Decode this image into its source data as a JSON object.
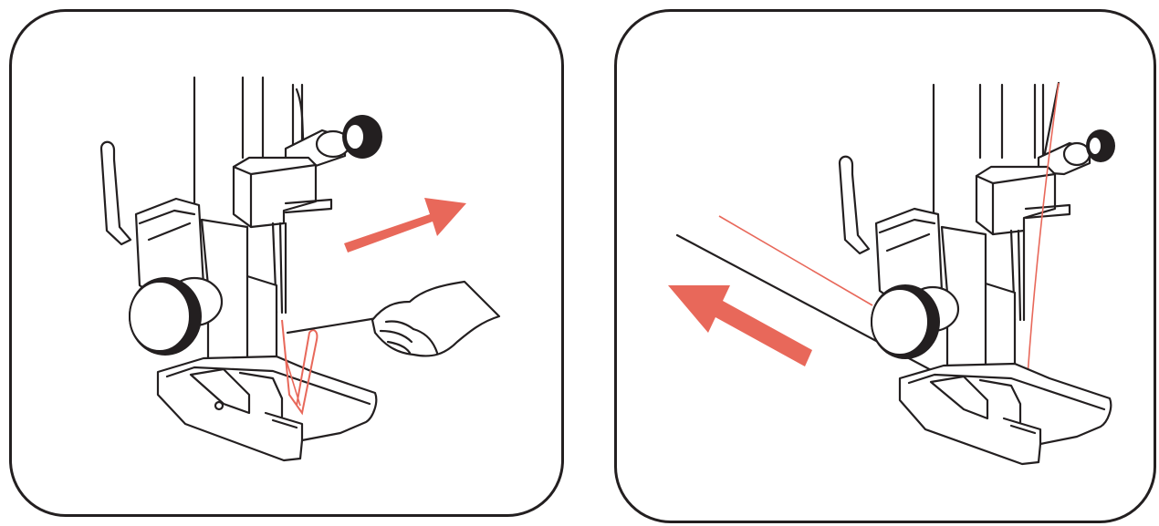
{
  "figure": {
    "panels": [
      {
        "id": "left",
        "arrow": {
          "direction": "up-right",
          "color": "#e8685a"
        },
        "thread_color": "#e8685a",
        "line_color": "#231f20"
      },
      {
        "id": "right",
        "arrow": {
          "direction": "up-left",
          "color": "#e8685a"
        },
        "thread_color": "#e8685a",
        "line_color": "#231f20"
      }
    ]
  }
}
